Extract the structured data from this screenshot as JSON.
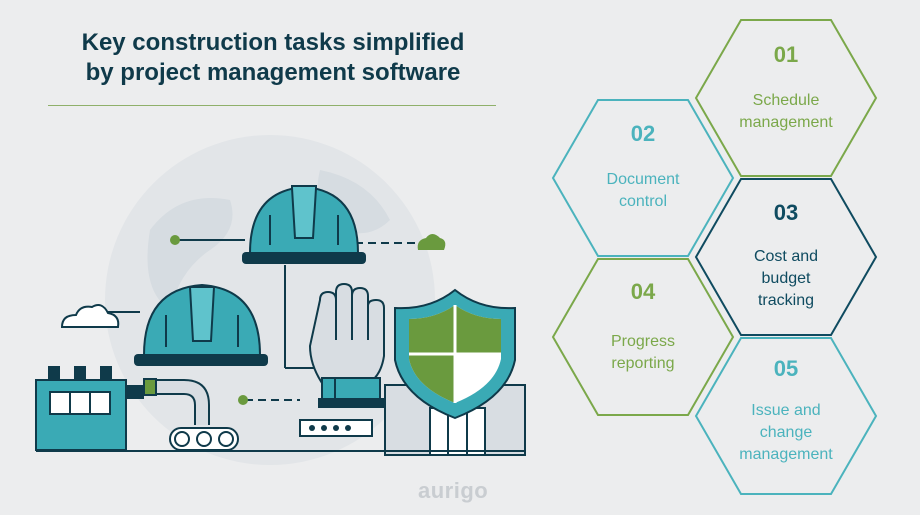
{
  "title": {
    "line1": "Key construction tasks simplified",
    "line2": "by project management software"
  },
  "steps": [
    {
      "number": "01",
      "lines": [
        "Schedule",
        "management"
      ],
      "color": "#7ba84a"
    },
    {
      "number": "02",
      "lines": [
        "Document",
        "control"
      ],
      "color": "#4bb3bd"
    },
    {
      "number": "03",
      "lines": [
        "Cost and",
        "budget",
        "tracking"
      ],
      "color": "#0f4b60"
    },
    {
      "number": "04",
      "lines": [
        "Progress",
        "reporting"
      ],
      "color": "#7ba84a"
    },
    {
      "number": "05",
      "lines": [
        "Issue and",
        "change",
        "management"
      ],
      "color": "#4bb3bd"
    }
  ],
  "logo": "aurigo",
  "colors": {
    "navy": "#0f3a4a",
    "teal": "#3aaab5",
    "green": "#6a9a3e",
    "background": "#ecedee"
  },
  "illustration": {
    "icons": [
      "hard-hat-icon",
      "hard-hat-icon",
      "glove-icon",
      "shield-icon",
      "factory-icon",
      "conveyor-icon",
      "cloud-icon",
      "globe-icon"
    ]
  }
}
